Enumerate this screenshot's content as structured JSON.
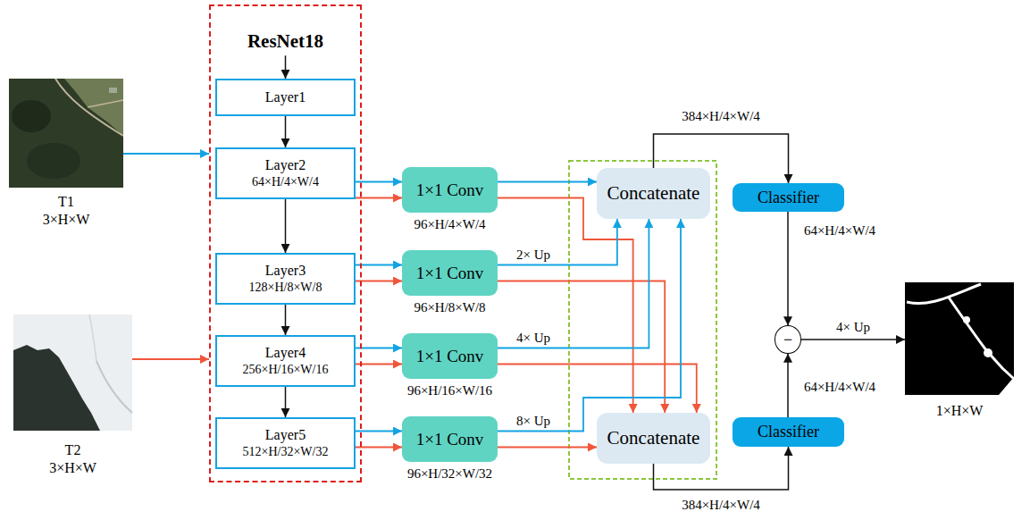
{
  "diagram": {
    "nodes": [
      {
        "text": [
          "T1",
          "3×H×W"
        ]
      },
      {
        "text": [
          "ResNet18"
        ]
      },
      {
        "text": [
          "Layer1"
        ],
        "in": 1
      },
      {
        "text": [
          "Layer2",
          "64×H/4×W/4"
        ],
        "in": 1
      },
      {
        "text": [
          "Layer3",
          "128×H/8×W/8"
        ],
        "in": 1
      },
      {
        "text": [
          "Layer4",
          "256×H/16×W/16"
        ],
        "in": 1
      },
      {
        "text": [
          "Layer5",
          "512×H/32×W/32"
        ],
        "in": 1
      },
      {
        "text": [
          "T2",
          "3×H×W"
        ]
      },
      {
        "text": [
          "1×1 Conv"
        ]
      },
      {
        "text": [
          "1×1 Conv"
        ]
      },
      {
        "text": [
          "1×1 Conv"
        ]
      },
      {
        "text": [
          "1×1 Conv"
        ]
      },
      {
        "text": [
          "Concatenate"
        ]
      },
      {
        "text": [
          "Concatenate"
        ]
      },
      {
        "text": [
          "Classifier"
        ]
      },
      {
        "text": [
          "Classifier"
        ]
      },
      {
        "text": [
          "−"
        ]
      },
      {
        "text": [
          "1×H×W"
        ]
      }
    ],
    "edges": [
      {
        "from": 0,
        "to": 1,
        "arrow": "to"
      },
      {
        "from": 7,
        "to": 1,
        "arrow": "to"
      },
      {
        "from": 1,
        "to": 2,
        "arrow": "to"
      },
      {
        "from": 2,
        "to": 3,
        "arrow": "to"
      },
      {
        "from": 3,
        "to": 4,
        "arrow": "to"
      },
      {
        "from": 4,
        "to": 5,
        "arrow": "to"
      },
      {
        "from": 5,
        "to": 6,
        "arrow": "to"
      },
      {
        "from": 3,
        "to": 8,
        "arrow": "to"
      },
      {
        "from": 3,
        "to": 8,
        "arrow": "to"
      },
      {
        "from": 4,
        "to": 9,
        "arrow": "to"
      },
      {
        "from": 4,
        "to": 9,
        "arrow": "to"
      },
      {
        "from": 5,
        "to": 10,
        "arrow": "to"
      },
      {
        "from": 5,
        "to": 10,
        "arrow": "to"
      },
      {
        "from": 6,
        "to": 11,
        "arrow": "to"
      },
      {
        "from": 6,
        "to": 11,
        "arrow": "to"
      },
      {
        "from": 8,
        "to": 12,
        "arrow": "to"
      },
      {
        "from": 8,
        "to": 13,
        "arrow": "to"
      },
      {
        "from": 9,
        "to": 12,
        "label": "2× Up",
        "arrow": "to"
      },
      {
        "from": 9,
        "to": 13,
        "arrow": "to"
      },
      {
        "from": 10,
        "to": 12,
        "label": "4× Up",
        "arrow": "to"
      },
      {
        "from": 10,
        "to": 13,
        "arrow": "to"
      },
      {
        "from": 11,
        "to": 12,
        "label": "8× Up",
        "arrow": "to"
      },
      {
        "from": 11,
        "to": 13,
        "arrow": "to"
      },
      {
        "from": 12,
        "to": 14,
        "label": "384×H/4×W/4",
        "arrow": "to"
      },
      {
        "from": 13,
        "to": 15,
        "label": "384×H/4×W/4",
        "arrow": "to"
      },
      {
        "from": 14,
        "to": 16,
        "label": "64×H/4×W/4",
        "arrow": "to"
      },
      {
        "from": 15,
        "to": 16,
        "label": "64×H/4×W/4",
        "arrow": "to"
      },
      {
        "from": 16,
        "to": 17,
        "label": "4× Up",
        "arrow": "to"
      }
    ],
    "labels": [
      "96×H/4×W/4",
      "96×H/8×W/8",
      "96×H/16×W/16",
      "96×H/32×W/32"
    ]
  }
}
